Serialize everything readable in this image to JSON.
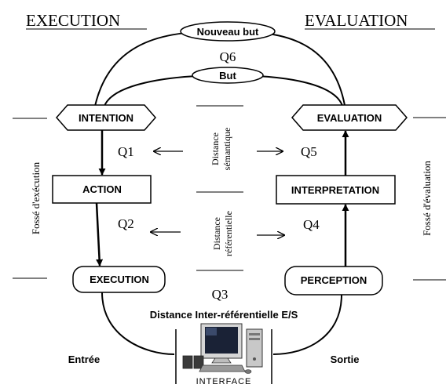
{
  "headings": {
    "execution": "EXECUTION",
    "evaluation": "EVALUATION"
  },
  "goals": {
    "new_goal": "Nouveau but",
    "goal": "But"
  },
  "questions": {
    "q1": "Q1",
    "q2": "Q2",
    "q3": "Q3",
    "q4": "Q4",
    "q5": "Q5",
    "q6": "Q6"
  },
  "stages": {
    "intention": "INTENTION",
    "action": "ACTION",
    "execution": "EXECUTION",
    "evaluation": "EVALUATION",
    "interpretation": "INTERPRETATION",
    "perception": "PERCEPTION"
  },
  "distances": {
    "semantic_line1": "Distance",
    "semantic_line2": "sémantique",
    "referential_line1": "Distance",
    "referential_line2": "référentielle",
    "inter_referential": "Distance Inter-référentielle E/S"
  },
  "gulfs": {
    "execution": "Fossé d'exécution",
    "evaluation": "Fossé d'évaluation"
  },
  "io": {
    "input": "Entrée",
    "output": "Sortie",
    "interface": "INTERFACE"
  },
  "icons": {
    "computer": "computer-icon"
  }
}
